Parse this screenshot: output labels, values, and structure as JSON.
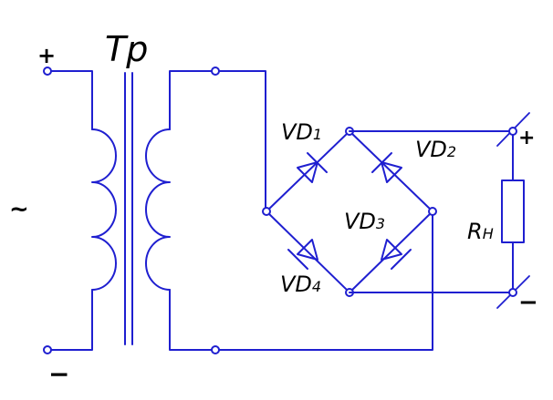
{
  "transformer": {
    "label_main": "Т",
    "label_sub": "р"
  },
  "input": {
    "plus_sign": "+",
    "minus_sign": "−",
    "ac_symbol": "~"
  },
  "output": {
    "plus_sign": "+",
    "minus_sign": "−"
  },
  "diodes": [
    {
      "id": "vd1",
      "name_main": "VD",
      "name_sub": "1"
    },
    {
      "id": "vd2",
      "name_main": "VD",
      "name_sub": "2"
    },
    {
      "id": "vd3",
      "name_main": "VD",
      "name_sub": "3"
    },
    {
      "id": "vd4",
      "name_main": "VD",
      "name_sub": "4"
    }
  ],
  "load": {
    "name_main": "R",
    "name_sub": "Н"
  },
  "colors": {
    "wire": "#1f1fd0",
    "text": "#000000",
    "background": "#ffffff"
  }
}
